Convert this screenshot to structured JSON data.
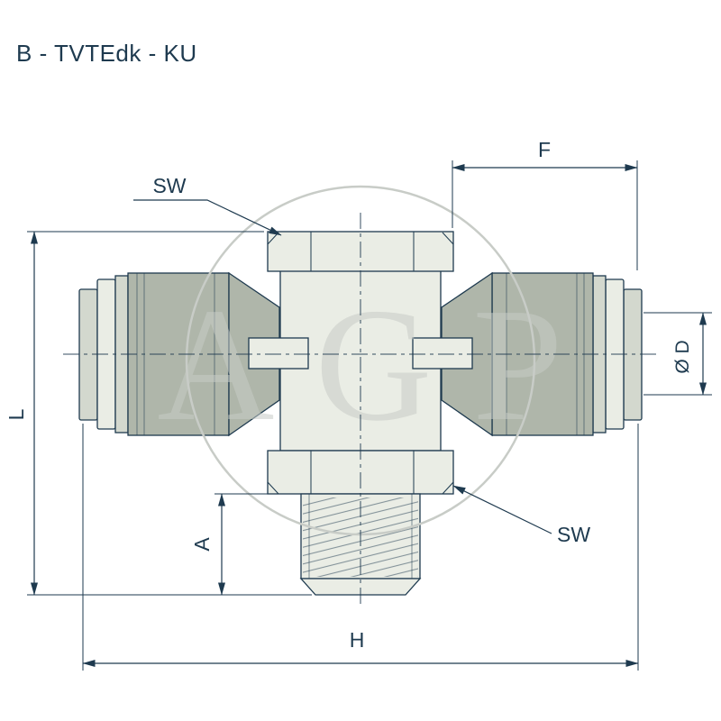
{
  "title": "B - TVTEdk - KU",
  "watermark": "AGP",
  "labels": {
    "f": "F",
    "sw_top": "SW",
    "sw_bottom": "SW",
    "l": "L",
    "a": "A",
    "h": "H",
    "diameter": "Ø D"
  },
  "colors": {
    "line": "#1E3A4F",
    "text": "#1E3A4F",
    "body_light": "#EAEDE5",
    "body_mid": "#D3D8CE",
    "body_dark": "#AFB6AA",
    "watermark": "#C8CCC7",
    "background": "#FFFFFF"
  }
}
